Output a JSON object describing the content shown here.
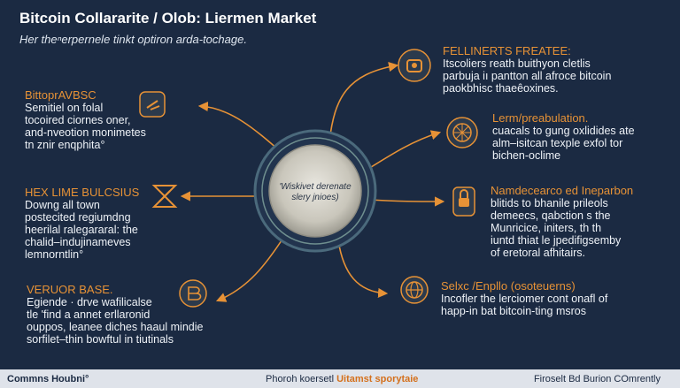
{
  "title": "Bitcoin Collararite / Olob: Liermen Market",
  "subtitle": "Her theⁿerpernele tinkt optiron arda-tochage.",
  "center": {
    "lines": [
      "'Wiskivet derenate",
      "slery jnioes)"
    ]
  },
  "blocks": [
    {
      "id": "top-right",
      "heading": "FELLINERTS FREATEE:",
      "lines": [
        "Itscoliers reath buithyon cletlis",
        "parbuja iı pantton all afroce bitcoin",
        "paokbhisc thaeêoxines."
      ]
    },
    {
      "id": "mid-right",
      "heading": "Lerm/preabulation.",
      "lines": [
        "cuacals to gung oxlidides ate",
        "alm–isitcan texple exfol tor",
        "bichen-oclime"
      ]
    },
    {
      "id": "lower-right",
      "heading": "Namdecearco ed Ineparbon",
      "lines": [
        "blitids to bhanile prileols",
        "demeecs, qabction s the",
        "Munricice, initers, th th",
        "iuntd thiat le jpedifigsemby",
        "of eretoral afhitairs."
      ]
    },
    {
      "id": "bottom-right",
      "heading": "Selxc /Enpllo (osoteuerns)",
      "lines": [
        "Incofler the lerciomer cont onafl of",
        "happ-in bat bitcoin-ting msros"
      ]
    },
    {
      "id": "top-left",
      "heading": "BittoprAVBSC",
      "lines": [
        "Semitiel on folal",
        "tocoired ciornes oner,",
        "and-nveotion monimetes",
        "tn znir enqphita°"
      ]
    },
    {
      "id": "mid-left",
      "heading": "HEX LIME BULCSIUS",
      "lines": [
        "Downg all town",
        "postecited regiumdng",
        "heerilal ralegararal: the",
        "chalid–indujinameves",
        "lemnorntlin°"
      ]
    },
    {
      "id": "bottom-left",
      "heading": "VERUOR BASE.",
      "lines": [
        "Egiende · drve wafilicalse",
        "tle 'find a annet erllaronid",
        "ouppos, leanee diches haaul mindie",
        "sorfilet–thin bowftul in tiutinals"
      ]
    }
  ],
  "footer": {
    "left": "Commns Houbni°",
    "mid_prefix": "Phoroh koersetl ",
    "mid_highlight": "Uitamst sporytaie",
    "right": "Firoselt Bd Burion COmrently"
  },
  "colors": {
    "background": "#1b2a42",
    "accent": "#e79236",
    "footer": "#dfe3ea"
  },
  "icons": [
    "lock-icon",
    "wallet-icon",
    "network-globe-icon",
    "padlock-icon",
    "globe-icon",
    "hourglass-icon",
    "bitcoin-coin-icon"
  ]
}
